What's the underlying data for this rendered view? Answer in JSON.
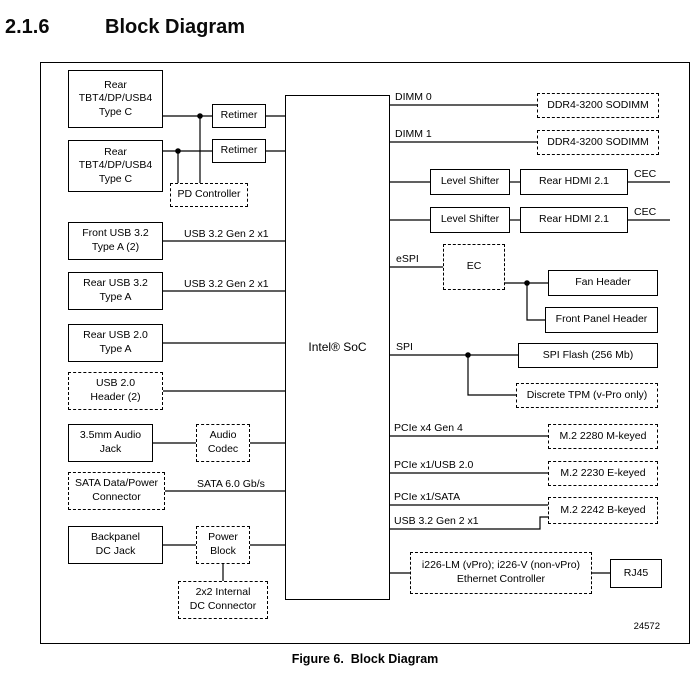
{
  "heading": {
    "number": "2.1.6",
    "title": "Block Diagram"
  },
  "caption": "Figure 6.  Block Diagram",
  "doc_number": "24572",
  "soc": "Intel® SoC",
  "blocks": {
    "tbt1": "Rear\nTBT4/DP/USB4\nType C",
    "tbt2": "Rear\nTBT4/DP/USB4\nType C",
    "retimer1": "Retimer",
    "retimer2": "Retimer",
    "pd": "PD Controller",
    "front_usb32": "Front USB 3.2\nType A (2)",
    "rear_usb32": "Rear USB 3.2\nType A",
    "rear_usb20": "Rear USB 2.0\nType A",
    "usb20_header": "USB 2.0\nHeader (2)",
    "audio_jack": "3.5mm Audio\nJack",
    "audio_codec": "Audio\nCodec",
    "sata_conn": "SATA Data/Power\nConnector",
    "dc_jack": "Backpanel\nDC Jack",
    "power_block": "Power\nBlock",
    "dc_conn": "2x2 Internal\nDC Connector",
    "sodimm0": "DDR4-3200 SODIMM",
    "sodimm1": "DDR4-3200 SODIMM",
    "level_shifter1": "Level Shifter",
    "level_shifter2": "Level Shifter",
    "hdmi1": "Rear HDMI 2.1",
    "hdmi2": "Rear HDMI 2.1",
    "ec": "EC",
    "fan_header": "Fan Header",
    "front_panel_header": "Front Panel Header",
    "spi_flash": "SPI Flash (256 Mb)",
    "tpm": "Discrete TPM (v-Pro only)",
    "m2_2280": "M.2 2280 M-keyed",
    "m2_2230": "M.2 2230 E-keyed",
    "m2_2242": "M.2 2242 B-keyed",
    "ethernet": "i226-LM (vPro); i226-V (non-vPro)\nEthernet Controller",
    "rj45": "RJ45"
  },
  "labels": {
    "dimm0": "DIMM 0",
    "dimm1": "DIMM 1",
    "cec1": "CEC",
    "cec2": "CEC",
    "usb32_gen2_a": "USB 3.2 Gen 2 x1",
    "usb32_gen2_b": "USB 3.2 Gen 2 x1",
    "sata6": "SATA 6.0 Gb/s",
    "espi": "eSPI",
    "spi": "SPI",
    "pcie_x4": "PCIe x4 Gen 4",
    "pcie_x1_usb": "PCIe x1/USB 2.0",
    "pcie_x1_sata": "PCIe x1/SATA",
    "usb32_gen2_c": "USB 3.2 Gen 2 x1"
  }
}
